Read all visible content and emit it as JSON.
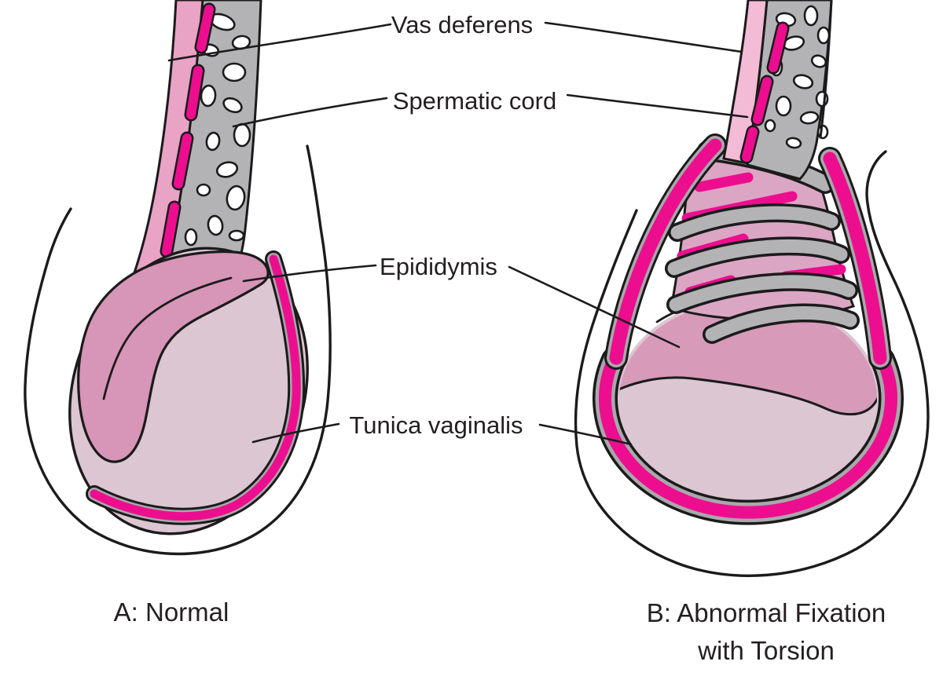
{
  "diagram": {
    "labels": {
      "vas_deferens": "Vas deferens",
      "spermatic_cord": "Spermatic cord",
      "epididymis": "Epididymis",
      "tunica_vaginalis": "Tunica vaginalis"
    },
    "captions": {
      "a": "A: Normal",
      "b_line1": "B: Abnormal Fixation",
      "b_line2": "with Torsion"
    },
    "colors": {
      "magenta_tunica": "#ec0e8f",
      "vas_pink_a": "#e9a3c5",
      "vas_pink_b": "#f3bbd6",
      "cord_gray": "#b3b2b4",
      "epididymis_pink": "#d795b7",
      "testis_mauve": "#dcc6d2",
      "twist_pink": "#dba6c3",
      "outline_black": "#1b1b1b",
      "background": "#ffffff",
      "text": "#231f20"
    }
  }
}
